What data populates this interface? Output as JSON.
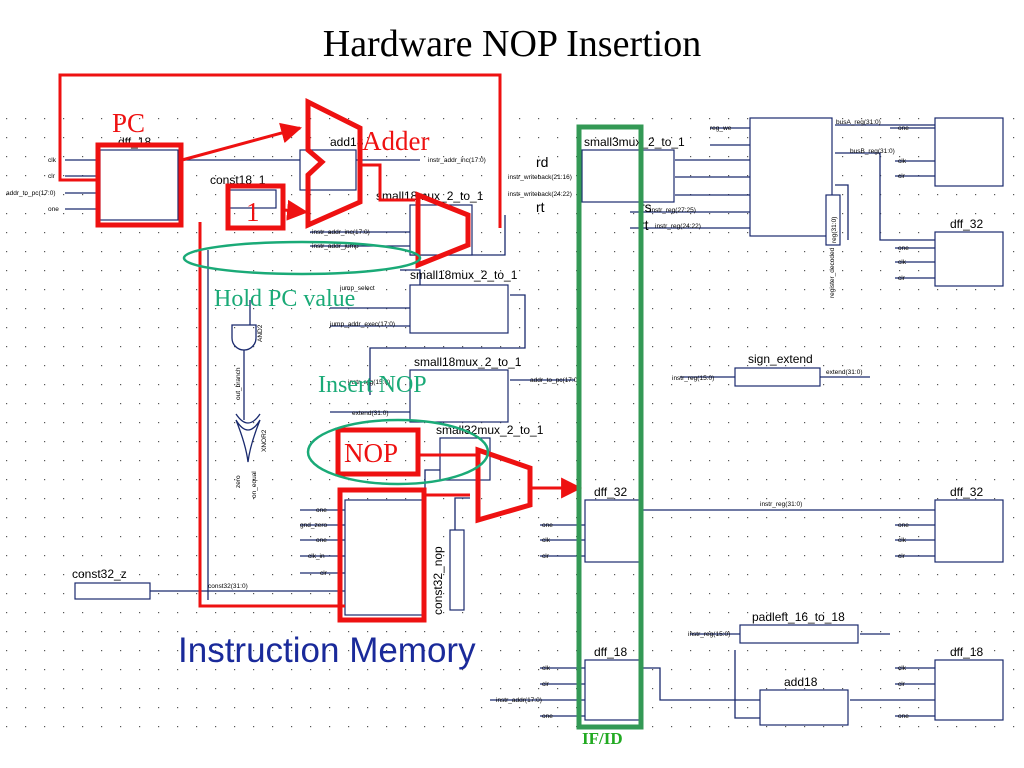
{
  "title": "Hardware NOP Insertion",
  "annotations": {
    "pc": "PC",
    "adder": "Adder",
    "one": "1",
    "hold_pc": "Hold PC value",
    "insert_nop": "Insert NOP",
    "nop": "NOP",
    "instruction_memory": "Instruction Memory",
    "if_id": "IF/ID"
  },
  "colors": {
    "annotation_red": "#ee1111",
    "annotation_green": "#1aaa77",
    "ifid_box": "#339955",
    "wire": "#1a2a6e"
  },
  "components": {
    "dff18_top": "dff_18",
    "add18_top": "add18",
    "const18_1": "const18_1",
    "mux1": "small18mux_2_to_1",
    "mux2": "small18mux_2_to_1",
    "mux3": "small18mux_2_to_1",
    "mux32": "small32mux_2_to_1",
    "mux3way": "small3mux_2_to_1",
    "dff32_mid": "dff_32",
    "dff32_right_top": "dff_32",
    "dff32_right_mid": "dff_32",
    "sign_extend": "sign_extend",
    "const32_z": "const32_z",
    "const32_nop": "const32_nop",
    "dff18_bottom": "dff_18",
    "padleft": "padleft_16_to_18",
    "add18_bottom": "add18",
    "dff18_right_bottom": "dff_18",
    "lbl_rd": "rd",
    "lbl_rt": "rt",
    "lbl_rs": "rs",
    "lbl_rt2": "rt"
  },
  "signals": {
    "clk": "clk",
    "clr": "clr",
    "addr_to_pc": "addr_to_pc(17:0)",
    "one": "one",
    "instr_addr_inc": "instr_addr_inc(17:0)",
    "instr_writeback_21_16": "instr_writeback(21:16)",
    "instr_writeback_24_22": "instr_writeback(24:22)",
    "instr_reg_27_25": "instr_reg(27:25)",
    "instr_reg_24_22": "instr_reg(24:22)",
    "jump_select": "jump_select",
    "jump_addr_exec": "jump_addr_exec(17:0)",
    "instr_reg_15_0": "instr_reg(15:0)",
    "extend_31_0": "extend(31:0)",
    "gnd_zero": "gnd_zero",
    "clk_in": "clk_in",
    "const32": "const32(31:0)",
    "instr_reg_31_0": "instr_reg(31:0)",
    "instr_addr": "instr_addr(17:0)",
    "instr_addr_jump": "instr_addr_jump",
    "and2": "AND2",
    "xnor2": "XNOR2",
    "out_branch": "out_branch",
    "zero": "zero",
    "eq": "on_equal",
    "reg_we": "reg_we",
    "busA_reg": "busA_reg(31:0)",
    "busB_reg": "busB_reg(31:0)",
    "sign_decoded": "register_decoded",
    "reg_in_out": "reg(31:0)",
    "addr_to_pc_out": "addr_to_pc(17:0)"
  }
}
